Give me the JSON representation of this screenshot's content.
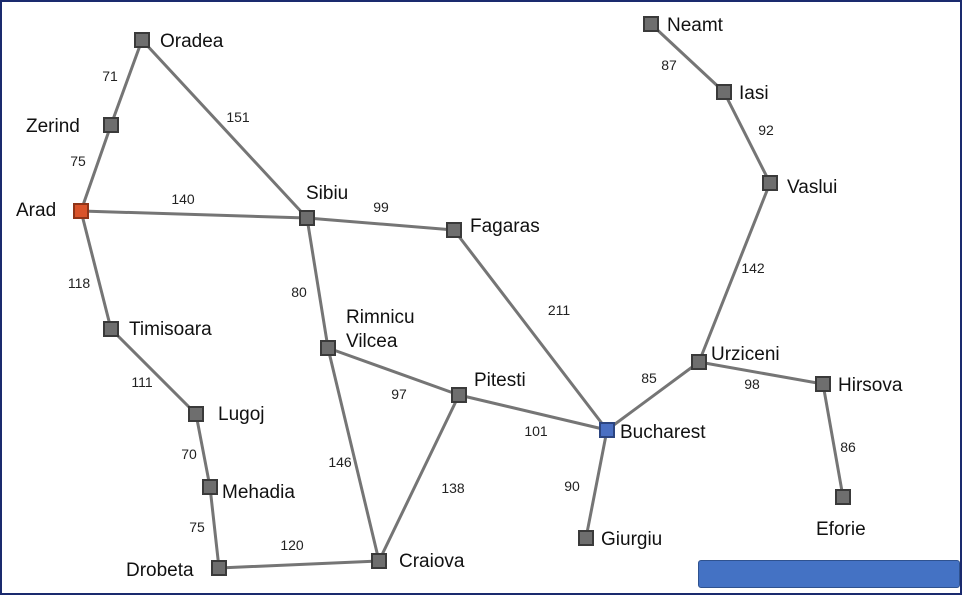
{
  "map": {
    "cities": [
      {
        "id": "oradea",
        "name": "Oradea",
        "kind": "normal"
      },
      {
        "id": "zerind",
        "name": "Zerind",
        "kind": "normal"
      },
      {
        "id": "arad",
        "name": "Arad",
        "kind": "start"
      },
      {
        "id": "timisoara",
        "name": "Timisoara",
        "kind": "normal"
      },
      {
        "id": "lugoj",
        "name": "Lugoj",
        "kind": "normal"
      },
      {
        "id": "mehadia",
        "name": "Mehadia",
        "kind": "normal"
      },
      {
        "id": "drobeta",
        "name": "Drobeta",
        "kind": "normal"
      },
      {
        "id": "sibiu",
        "name": "Sibiu",
        "kind": "normal"
      },
      {
        "id": "rimnicu",
        "name": "Rimnicu\nVilcea",
        "kind": "normal"
      },
      {
        "id": "craiova",
        "name": "Craiova",
        "kind": "normal"
      },
      {
        "id": "fagaras",
        "name": "Fagaras",
        "kind": "normal"
      },
      {
        "id": "pitesti",
        "name": "Pitesti",
        "kind": "normal"
      },
      {
        "id": "bucharest",
        "name": "Bucharest",
        "kind": "goal"
      },
      {
        "id": "giurgiu",
        "name": "Giurgiu",
        "kind": "normal"
      },
      {
        "id": "urziceni",
        "name": "Urziceni",
        "kind": "normal"
      },
      {
        "id": "hirsova",
        "name": "Hirsova",
        "kind": "normal"
      },
      {
        "id": "eforie",
        "name": "Eforie",
        "kind": "normal"
      },
      {
        "id": "vaslui",
        "name": "Vaslui",
        "kind": "normal"
      },
      {
        "id": "iasi",
        "name": "Iasi",
        "kind": "normal"
      },
      {
        "id": "neamt",
        "name": "Neamt",
        "kind": "normal"
      }
    ],
    "roads": [
      {
        "from": "oradea",
        "to": "zerind",
        "distance": "71"
      },
      {
        "from": "zerind",
        "to": "arad",
        "distance": "75"
      },
      {
        "from": "oradea",
        "to": "sibiu",
        "distance": "151"
      },
      {
        "from": "arad",
        "to": "sibiu",
        "distance": "140"
      },
      {
        "from": "arad",
        "to": "timisoara",
        "distance": "118"
      },
      {
        "from": "timisoara",
        "to": "lugoj",
        "distance": "111"
      },
      {
        "from": "lugoj",
        "to": "mehadia",
        "distance": "70"
      },
      {
        "from": "mehadia",
        "to": "drobeta",
        "distance": "75"
      },
      {
        "from": "drobeta",
        "to": "craiova",
        "distance": "120"
      },
      {
        "from": "sibiu",
        "to": "fagaras",
        "distance": "99"
      },
      {
        "from": "sibiu",
        "to": "rimnicu",
        "distance": "80"
      },
      {
        "from": "rimnicu",
        "to": "pitesti",
        "distance": "97"
      },
      {
        "from": "rimnicu",
        "to": "craiova",
        "distance": "146"
      },
      {
        "from": "craiova",
        "to": "pitesti",
        "distance": "138"
      },
      {
        "from": "fagaras",
        "to": "bucharest",
        "distance": "211"
      },
      {
        "from": "pitesti",
        "to": "bucharest",
        "distance": "101"
      },
      {
        "from": "bucharest",
        "to": "giurgiu",
        "distance": "90"
      },
      {
        "from": "bucharest",
        "to": "urziceni",
        "distance": "85"
      },
      {
        "from": "urziceni",
        "to": "hirsova",
        "distance": "98"
      },
      {
        "from": "hirsova",
        "to": "eforie",
        "distance": "86"
      },
      {
        "from": "urziceni",
        "to": "vaslui",
        "distance": "142"
      },
      {
        "from": "vaslui",
        "to": "iasi",
        "distance": "92"
      },
      {
        "from": "iasi",
        "to": "neamt",
        "distance": "87"
      }
    ]
  },
  "colors": {
    "start_node": "#d9532a",
    "goal_node": "#4a6fc2",
    "normal_node": "#6e6e6e",
    "road": "#757575",
    "action_bar": "#4472c4",
    "frame": "#1a2a6e"
  }
}
